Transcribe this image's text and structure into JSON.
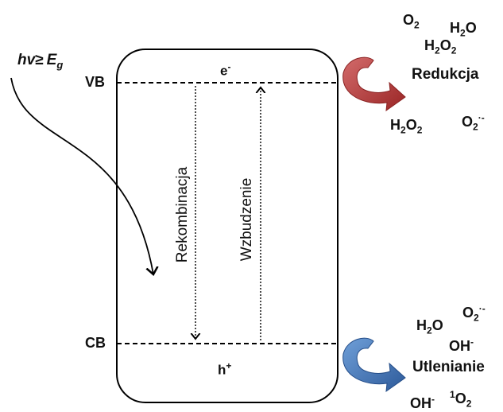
{
  "light": {
    "h": "h",
    "nu": "v",
    "ge": "≥",
    "E": "E",
    "g": "g"
  },
  "band": {
    "vb": "VB",
    "cb": "CB",
    "electron": "e",
    "electron_sup": "-",
    "hole": "h",
    "hole_sup": "+"
  },
  "process": {
    "recombination": "Rekombinacja",
    "excitation": "Wzbudzenie"
  },
  "reduction": {
    "label": "Redukcja",
    "species": {
      "o2": {
        "base": "O",
        "sub": "2"
      },
      "h2o": {
        "a": "H",
        "sub": "2",
        "b": "O"
      },
      "h2o2_top": {
        "a": "H",
        "sub1": "2",
        "b": "O",
        "sub2": "2"
      },
      "h2o2_bottom": {
        "a": "H",
        "sub1": "2",
        "b": "O",
        "sub2": "2"
      },
      "superoxide": {
        "base": "O",
        "sub": "2",
        "sup": "·-"
      }
    }
  },
  "oxidation": {
    "label": "Utlenianie",
    "species": {
      "h2o": {
        "a": "H",
        "sub": "2",
        "b": "O"
      },
      "superoxide": {
        "base": "O",
        "sub": "2",
        "sup": "·-"
      },
      "hydroxide_mid": {
        "base": "OH",
        "sup": "-"
      },
      "hydroxide_bottom": {
        "base": "OH",
        "sup": "-"
      },
      "singlet_oxygen": {
        "pre": "1",
        "base": "O",
        "sub": "2"
      }
    }
  },
  "colors": {
    "reduction_arrow": "#b83a3a",
    "oxidation_arrow": "#3f6fb5",
    "line": "#000000"
  }
}
